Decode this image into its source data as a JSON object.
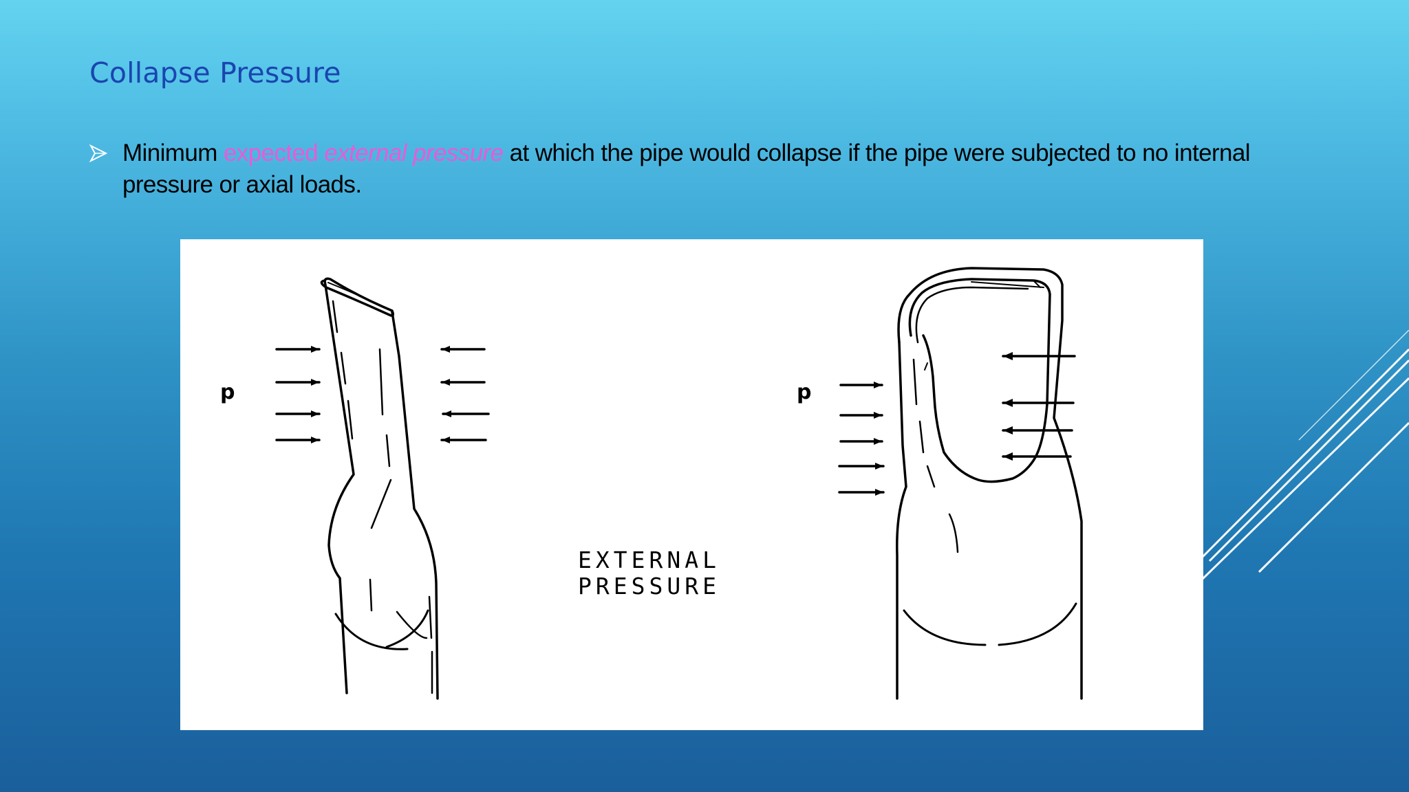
{
  "slide": {
    "title": "Collapse Pressure",
    "bullet": {
      "lead": "Minimum ",
      "highlight_1": "expected",
      "space": " ",
      "highlight_2": "external pressure",
      "rest": " at which the pipe would collapse if the pipe were subjected to no internal pressure or axial loads.",
      "highlight_color": "#e85bd8"
    },
    "figure": {
      "center_label_line1": "EXTERNAL",
      "center_label_line2": "PRESSURE",
      "left_pressure_label": "p",
      "right_pressure_label": "p"
    },
    "colors": {
      "title": "#1a45b0",
      "background_top": "#63d3ef",
      "background_bottom": "#1a5f9c"
    }
  }
}
